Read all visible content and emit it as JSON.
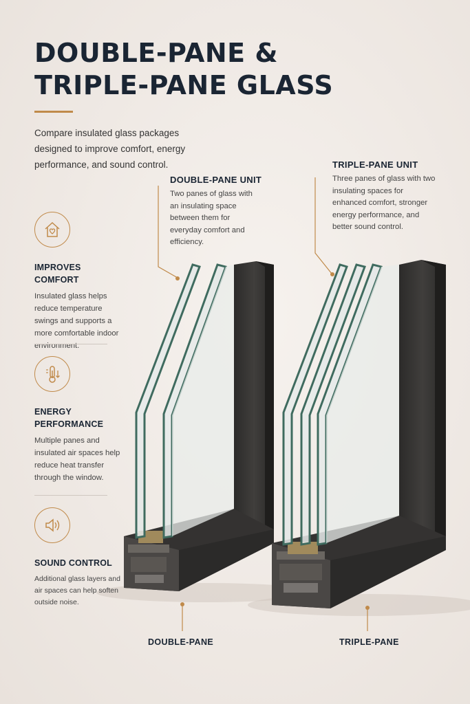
{
  "header": {
    "title_line1": "DOUBLE-PANE &",
    "title_line2": "TRIPLE-PANE GLASS",
    "intro": "Compare insulated glass packages designed to improve comfort, energy performance, and sound control."
  },
  "features": [
    {
      "icon": "house-heart-icon",
      "title": "IMPROVES COMFORT",
      "text": "Insulated glass helps reduce temperature swings and supports a more comfortable indoor environment."
    },
    {
      "icon": "thermometer-icon",
      "title_line1": "ENERGY",
      "title_line2": "PERFORMANCE",
      "text": "Multiple panes and insulated air spaces help reduce heat transfer through the window."
    },
    {
      "icon": "speaker-icon",
      "title": "SOUND CONTROL",
      "text": "Additional glass layers and air spaces can help soften outside noise."
    }
  ],
  "units": {
    "double": {
      "label": "DOUBLE-PANE UNIT",
      "description": "Two panes of glass with an insulating space between them for everyday comfort and efficiency.",
      "bottom_label": "DOUBLE-PANE"
    },
    "triple": {
      "label": "TRIPLE-PANE UNIT",
      "description": "Three panes of glass with two insulating spaces for enhanced comfort, stronger energy performance, and better sound control.",
      "bottom_label": "TRIPLE-PANE"
    }
  },
  "colors": {
    "accent": "#c08a4a",
    "title": "#1a2533",
    "frame": "#3a3836",
    "glass_edge": "#3f6b5f"
  }
}
